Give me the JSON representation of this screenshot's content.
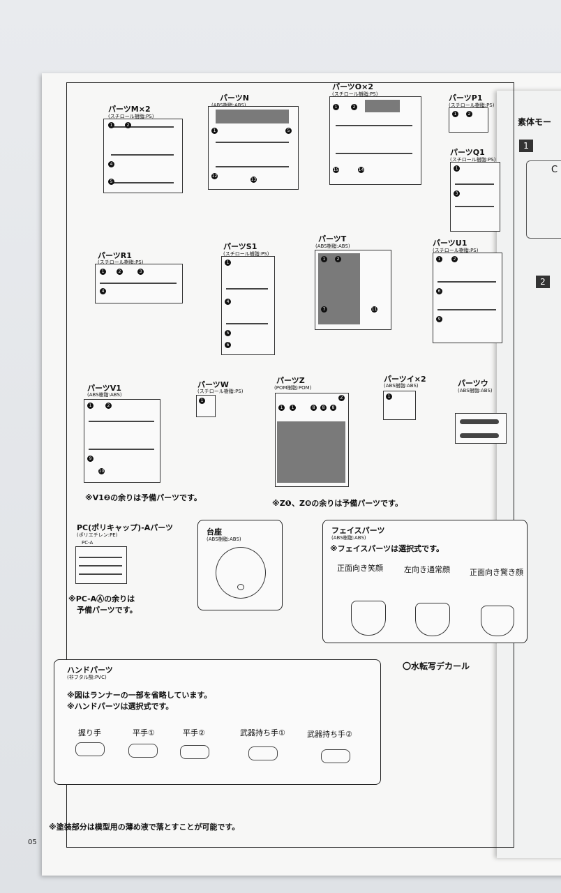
{
  "parts": [
    {
      "id": "m",
      "title": "パーツM×2",
      "material": "(スチロール樹脂:PS)"
    },
    {
      "id": "n",
      "title": "パーツN",
      "material": "(ABS樹脂:ABS)"
    },
    {
      "id": "o",
      "title": "パーツO×2",
      "material": "(スチロール樹脂:PS)"
    },
    {
      "id": "p1",
      "title": "パーツP1",
      "material": "(スチロール樹脂:PS)"
    },
    {
      "id": "q1",
      "title": "パーツQ1",
      "material": "(スチロール樹脂:PS)"
    },
    {
      "id": "r1",
      "title": "パーツR1",
      "material": "(スチロール樹脂:PS)"
    },
    {
      "id": "s1",
      "title": "パーツS1",
      "material": "(スチロール樹脂:PS)"
    },
    {
      "id": "t",
      "title": "パーツT",
      "material": "(ABS樹脂:ABS)"
    },
    {
      "id": "u1",
      "title": "パーツU1",
      "material": "(スチロール樹脂:PS)"
    },
    {
      "id": "v1",
      "title": "パーツV1",
      "material": "(ABS樹脂:ABS)"
    },
    {
      "id": "w",
      "title": "パーツW",
      "material": "(スチロール樹脂:PS)"
    },
    {
      "id": "z",
      "title": "パーツZ",
      "material": "(POM樹脂:POM)"
    },
    {
      "id": "i",
      "title": "パーツイ×2",
      "material": "(ABS樹脂:ABS)"
    },
    {
      "id": "u",
      "title": "パーツウ",
      "material": "(ABS樹脂:ABS)"
    }
  ],
  "notes": {
    "v1": "※V1❷の余りは予備パーツです。",
    "z": "※Z❶、Z❽の余りは予備パーツです。",
    "pc_spare_1": "※PC-AⒶの余りは",
    "pc_spare_2": "予備パーツです。"
  },
  "pc": {
    "title": "PC(ポリキャップ)-Aパーツ",
    "material": "(ポリエチレン:PE)",
    "tag": "PC-A"
  },
  "base": {
    "title": "台座",
    "material": "(ABS樹脂:ABS)"
  },
  "face": {
    "title": "フェイスパーツ",
    "material": "(ABS樹脂:ABS)",
    "note": "※フェイスパーツは選択式です。",
    "options": [
      "正面向き笑顔",
      "左向き通常顔",
      "正面向き驚き顔"
    ]
  },
  "decal": "〇水転写デカール",
  "hands": {
    "title": "ハンドパーツ",
    "material": "(非フタル酸:PVC)",
    "note1": "※図はランナーの一部を省略しています。",
    "note2": "※ハンドパーツは選択式です。",
    "options": [
      "握り手",
      "平手①",
      "平手②",
      "武器持ち手①",
      "武器持ち手②"
    ]
  },
  "footer_note": "※塗装部分は模型用の薄め液で落とすことが可能です。",
  "page_number": "05",
  "side_page": {
    "title": "素体モー",
    "step1": "1",
    "step2": "2",
    "letter": "C"
  }
}
